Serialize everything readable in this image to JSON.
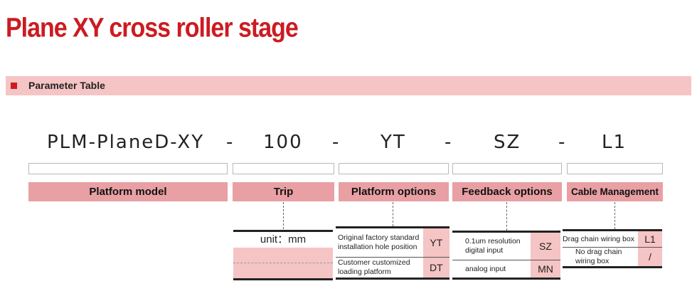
{
  "title": "Plane XY cross roller stage",
  "section": "Parameter Table",
  "model_code": {
    "model": "PLM-PlaneD-XY",
    "trip": "100",
    "platform": "YT",
    "feedback": "SZ",
    "cable": "L1",
    "separator": "-"
  },
  "categories": {
    "platform_model": "Platform model",
    "trip": "Trip",
    "platform_options": "Platform options",
    "feedback_options": "Feedback options",
    "cable_management": "Cable Management"
  },
  "trip_table": {
    "unit": "unit：mm"
  },
  "platform_options": [
    {
      "desc1": "Original factory standard",
      "desc2": "installation hole position",
      "code": "YT"
    },
    {
      "desc1": "Customer customized",
      "desc2": "loading platform",
      "code": "DT"
    }
  ],
  "feedback_options": [
    {
      "desc1": "0.1um resolution",
      "desc2": "digital input",
      "code": "SZ"
    },
    {
      "desc1": "analog input",
      "desc2": "",
      "code": "MN"
    }
  ],
  "cable_options": [
    {
      "desc1": "Drag chain wiring box",
      "desc2": "",
      "code": "L1"
    },
    {
      "desc1": "No drag chain",
      "desc2": "wiring box",
      "code": "/"
    }
  ],
  "colors": {
    "title": "#cc1b22",
    "banner": "#f5c4c4",
    "category": "#e9a0a4",
    "code_cell": "#f5c4c4"
  }
}
